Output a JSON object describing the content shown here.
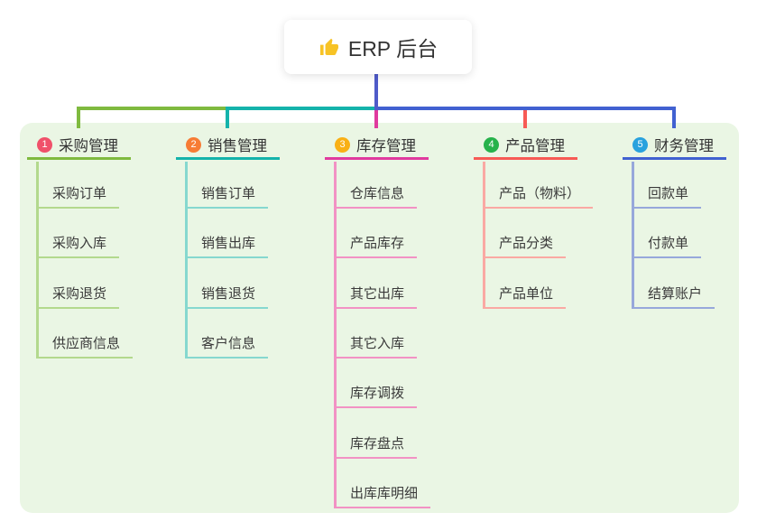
{
  "root": {
    "title": "ERP 后台",
    "icon": "thumbs-up-icon",
    "icon_color": "#f7c325",
    "connector_color": "#4f5bc9"
  },
  "panel": {
    "background": "#eaf6e4"
  },
  "branches": [
    {
      "index": "1",
      "title": "采购管理",
      "badge_color": "#f0516a",
      "line_color": "#7fba3f",
      "child_line_color": "#b3d98d",
      "children": [
        "采购订单",
        "采购入库",
        "采购退货",
        "供应商信息"
      ]
    },
    {
      "index": "2",
      "title": "销售管理",
      "badge_color": "#f77c35",
      "line_color": "#14b3ab",
      "child_line_color": "#86d8cf",
      "children": [
        "销售订单",
        "销售出库",
        "销售退货",
        "客户信息"
      ]
    },
    {
      "index": "3",
      "title": "库存管理",
      "badge_color": "#f9b015",
      "line_color": "#e03a9e",
      "child_line_color": "#f292c4",
      "children": [
        "仓库信息",
        "产品库存",
        "其它出库",
        "其它入库",
        "库存调拨",
        "库存盘点",
        "出库库明细"
      ]
    },
    {
      "index": "4",
      "title": "产品管理",
      "badge_color": "#26b24b",
      "line_color": "#f75a55",
      "child_line_color": "#faa9a3",
      "children": [
        "产品（物料）",
        "产品分类",
        "产品单位"
      ]
    },
    {
      "index": "5",
      "title": "财务管理",
      "badge_color": "#29a2de",
      "line_color": "#4161d1",
      "child_line_color": "#97a8db",
      "children": [
        "回款单",
        "付款单",
        "结算账户"
      ]
    }
  ]
}
